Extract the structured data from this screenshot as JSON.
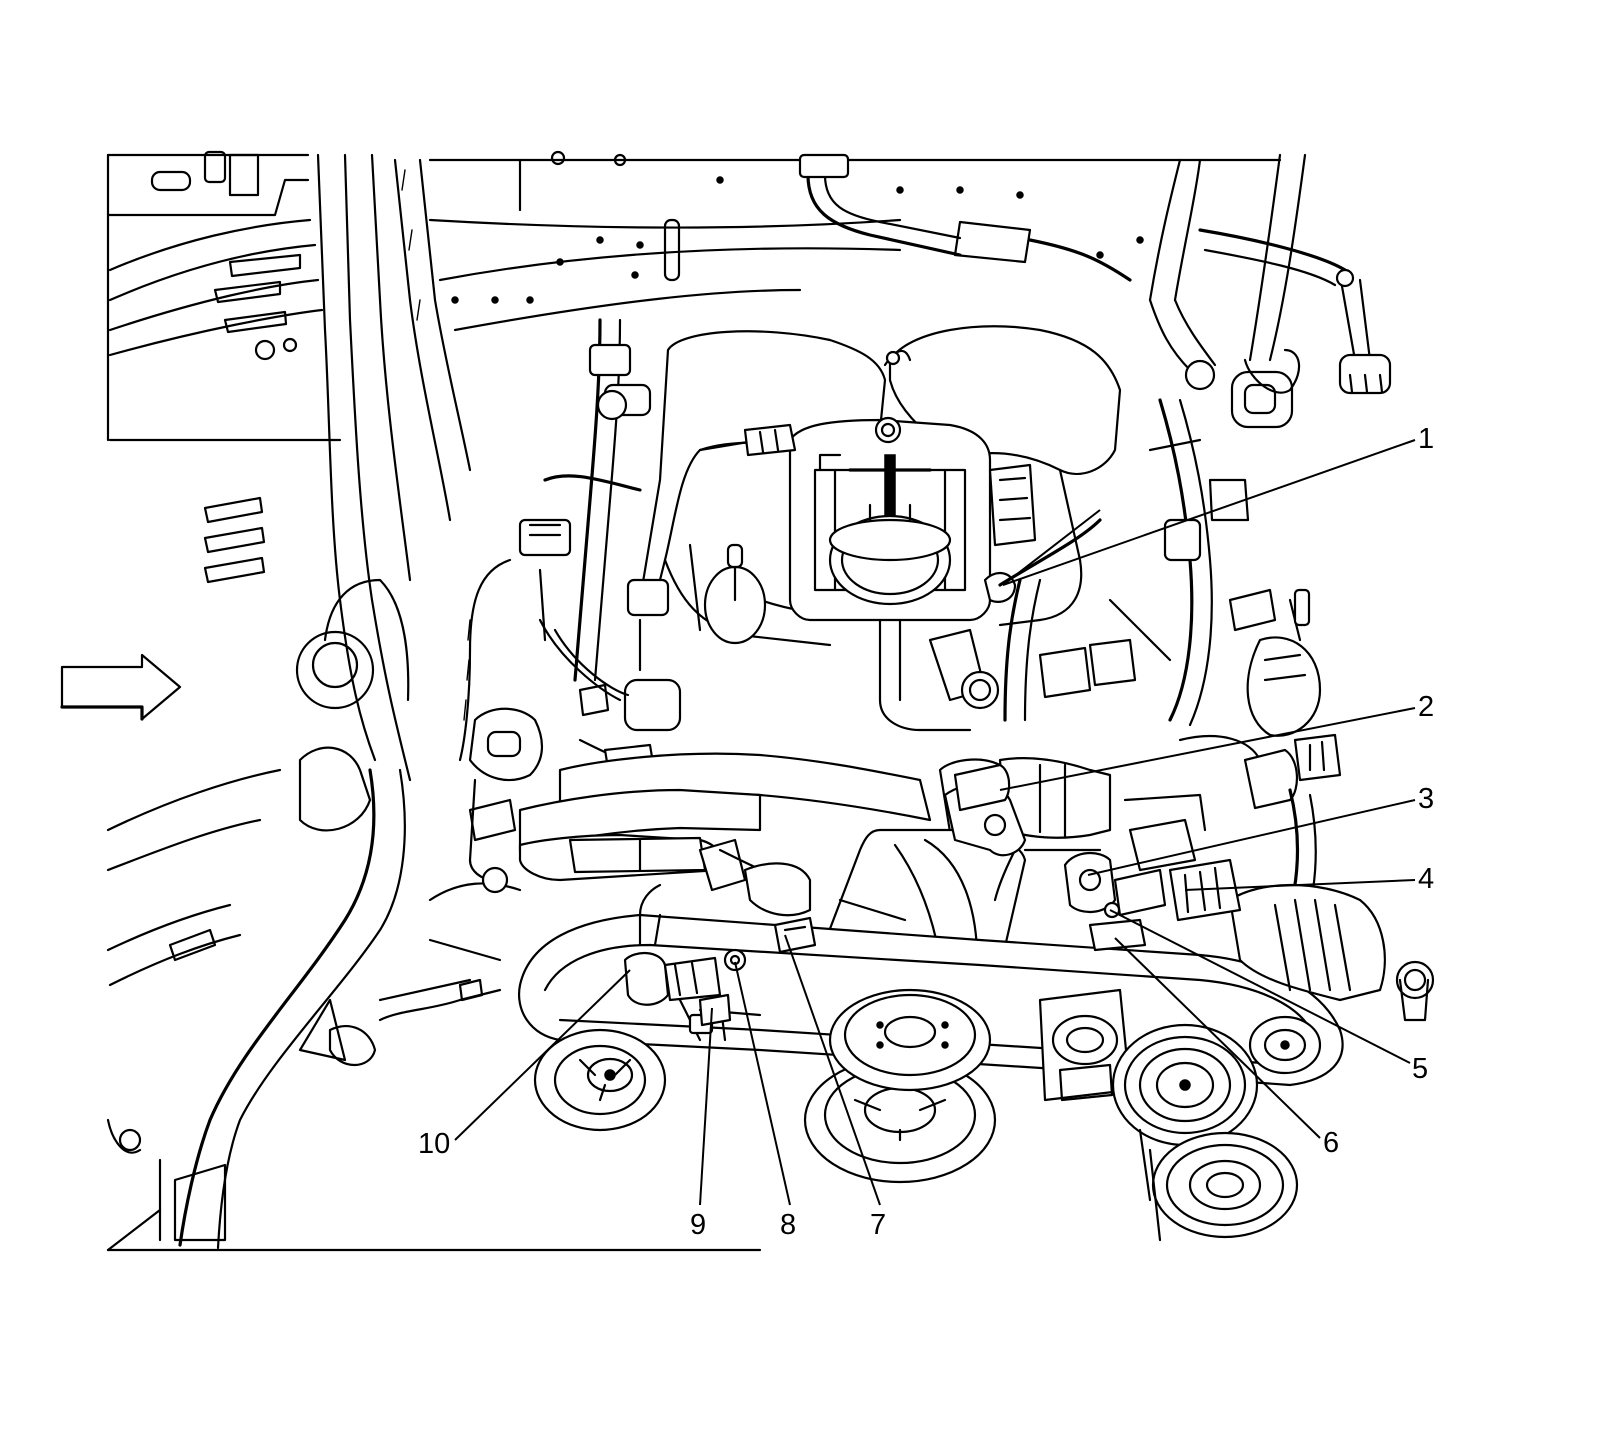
{
  "callouts": [
    {
      "id": "1",
      "label": "1"
    },
    {
      "id": "2",
      "label": "2"
    },
    {
      "id": "3",
      "label": "3"
    },
    {
      "id": "4",
      "label": "4"
    },
    {
      "id": "5",
      "label": "5"
    },
    {
      "id": "6",
      "label": "6"
    },
    {
      "id": "7",
      "label": "7"
    },
    {
      "id": "8",
      "label": "8"
    },
    {
      "id": "9",
      "label": "9"
    },
    {
      "id": "10",
      "label": "10"
    }
  ],
  "colors": {
    "line": "#000000",
    "background": "#ffffff"
  },
  "icons": {
    "direction_arrow": "arrow-right-outline-icon"
  }
}
